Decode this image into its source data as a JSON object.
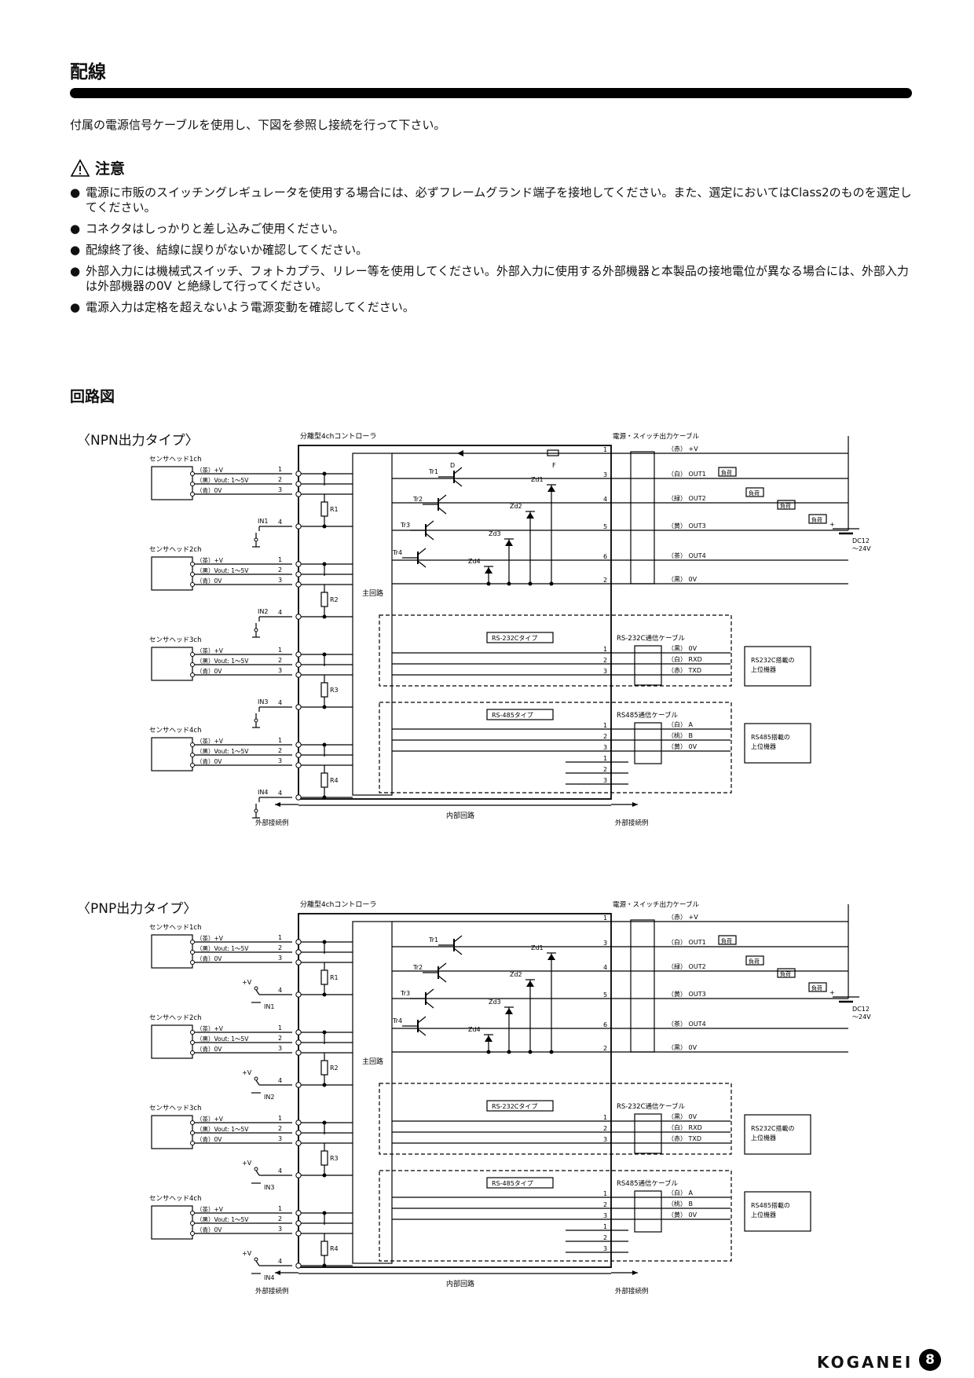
{
  "page_title": "配線",
  "intro": "付属の電源信号ケーブルを使用し、下図を参照し接続を行って下さい。",
  "caution": {
    "heading": "注意",
    "items": [
      "電源に市販のスイッチングレギュレータを使用する場合には、必ずフレームグランド端子を接地してください。また、選定においてはClass2のものを選定してください。",
      "コネクタはしっかりと差し込みご使用ください。",
      "配線終了後、結線に誤りがないか確認してください。",
      "外部入力には機械式スイッチ、フォトカプラ、リレー等を使用してください。外部入力に使用する外部機器と本製品の接地電位が異なる場合には、外部入力は外部機器の0V と絶縁して行ってください。",
      "電源入力は定格を超えないよう電源変動を確認してください。"
    ]
  },
  "section_title": "回路図",
  "npn": {
    "title": "〈NPN出力タイプ〉",
    "in_prefix": "IN"
  },
  "pnp": {
    "title": "〈PNP出力タイプ〉",
    "in_prefix": "IN"
  },
  "diagram": {
    "controller": "分離型4chコントローラ",
    "main_circuit": "主回路",
    "internal": "内部回路",
    "external_left": "外部接続例",
    "external_right": "外部接続例",
    "sensor_heads": [
      "センサヘッド1ch",
      "センサヘッド2ch",
      "センサヘッド3ch",
      "センサヘッド4ch"
    ],
    "sensor_wires": [
      "（茶）+V",
      "（黒）Vout: 1～5V",
      "（青）0V"
    ],
    "resistors": [
      "R1",
      "R2",
      "R3",
      "R4"
    ],
    "plus_v": "+V",
    "power_cable": "電源・スイッチ出力ケーブル",
    "power_pins": [
      "1",
      "3",
      "4",
      "5",
      "6",
      "2"
    ],
    "power_wires": [
      "（赤） +V",
      "（白） OUT1",
      "（緑） OUT2",
      "（黄） OUT3",
      "（茶） OUT4",
      "（黒） 0V"
    ],
    "npn_transistors": [
      "Tr1",
      "Tr2",
      "Tr3",
      "Tr4"
    ],
    "zener": [
      "Zd1",
      "Zd2",
      "Zd3",
      "Zd4"
    ],
    "diode": "D",
    "fuse": "F",
    "load": "負荷",
    "dc": [
      "DC12",
      "～24V"
    ],
    "plus": "+",
    "rs232_type": "RS-232Cタイプ",
    "rs232_cable": "RS-232C通信ケーブル",
    "rs232_wires": [
      "（黒） 0V",
      "（白） RXD",
      "（赤） TXD"
    ],
    "rs232_device": [
      "RS232C搭載の",
      "上位機器"
    ],
    "rs485_type": "RS-485タイプ",
    "rs485_cable": "RS485通信ケーブル",
    "rs485_wires": [
      "（白） A",
      "（桃） B",
      "（黄） 0V"
    ],
    "rs485_device": [
      "RS485搭載の",
      "上位機器"
    ],
    "pins_123": [
      "1",
      "2",
      "3"
    ],
    "pin_4": "4"
  },
  "brand": "KOGANEI",
  "page_number": "8"
}
